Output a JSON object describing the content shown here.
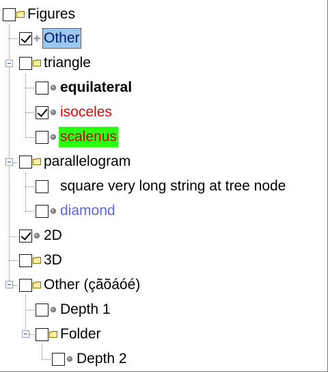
{
  "tree": {
    "nodes": [
      {
        "id": "figures",
        "label": "Figures",
        "checked": false,
        "icon": "folder-icon",
        "style": "normal"
      },
      {
        "id": "other-top",
        "label": "Other",
        "checked": true,
        "icon": "crosshair-icon",
        "style": "selected"
      },
      {
        "id": "triangle",
        "label": "triangle",
        "checked": false,
        "icon": "folder-icon",
        "style": "normal",
        "expanded": true
      },
      {
        "id": "equilateral",
        "label": "equilateral",
        "checked": false,
        "icon": "bullet-icon",
        "style": "bold"
      },
      {
        "id": "isoceles",
        "label": "isoceles",
        "checked": true,
        "icon": "bullet-icon",
        "style": "red"
      },
      {
        "id": "scalenus",
        "label": "scalenus",
        "checked": false,
        "icon": "bullet-icon",
        "style": "green"
      },
      {
        "id": "parallelogram",
        "label": "parallelogram",
        "checked": false,
        "icon": "folder-icon",
        "style": "normal",
        "expanded": true
      },
      {
        "id": "square",
        "label": "square very long string at tree node",
        "checked": false,
        "icon": "none",
        "style": "normal"
      },
      {
        "id": "diamond",
        "label": "diamond",
        "checked": false,
        "icon": "bullet-icon",
        "style": "blue"
      },
      {
        "id": "2d",
        "label": "2D",
        "checked": true,
        "icon": "bullet-icon",
        "style": "normal"
      },
      {
        "id": "3d",
        "label": "3D",
        "checked": false,
        "icon": "folder-icon",
        "style": "normal"
      },
      {
        "id": "other-special",
        "label": "Other (çãõáóé)",
        "checked": false,
        "icon": "folder-icon",
        "style": "normal",
        "expanded": true
      },
      {
        "id": "depth1",
        "label": "Depth 1",
        "checked": false,
        "icon": "bullet-icon",
        "style": "normal"
      },
      {
        "id": "folder",
        "label": "Folder",
        "checked": false,
        "icon": "folder-icon",
        "style": "normal",
        "expanded": true
      },
      {
        "id": "depth2",
        "label": "Depth 2",
        "checked": false,
        "icon": "bullet-icon",
        "style": "normal"
      }
    ]
  },
  "colors": {
    "selection": "#99c9ef",
    "red_text": "#e80000",
    "green_highlight": "#2aff13",
    "blue_text": "#5a66e8"
  }
}
